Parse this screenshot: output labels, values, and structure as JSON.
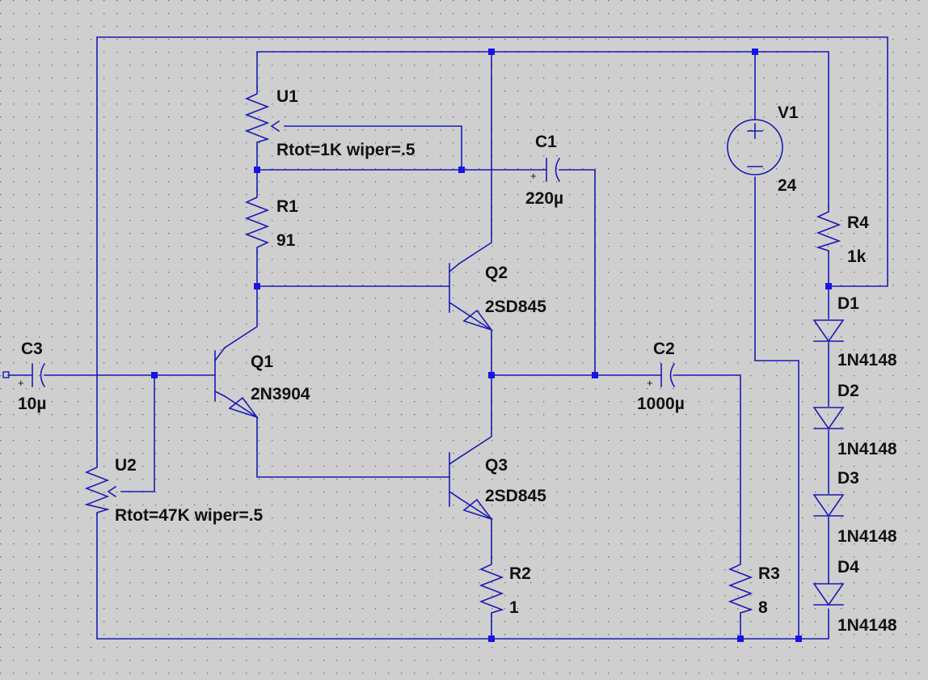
{
  "components": {
    "U1": {
      "ref": "U1",
      "value": "Rtot=1K wiper=.5"
    },
    "U2": {
      "ref": "U2",
      "value": "Rtot=47K wiper=.5"
    },
    "R1": {
      "ref": "R1",
      "value": "91"
    },
    "R2": {
      "ref": "R2",
      "value": "1"
    },
    "R3": {
      "ref": "R3",
      "value": "8"
    },
    "R4": {
      "ref": "R4",
      "value": "1k"
    },
    "C1": {
      "ref": "C1",
      "value": "220µ"
    },
    "C2": {
      "ref": "C2",
      "value": "1000µ"
    },
    "C3": {
      "ref": "C3",
      "value": "10µ"
    },
    "Q1": {
      "ref": "Q1",
      "value": "2N3904"
    },
    "Q2": {
      "ref": "Q2",
      "value": "2SD845"
    },
    "Q3": {
      "ref": "Q3",
      "value": "2SD845"
    },
    "V1": {
      "ref": "V1",
      "value": "24"
    },
    "D1": {
      "ref": "D1",
      "value": "1N4148"
    },
    "D2": {
      "ref": "D2",
      "value": "1N4148"
    },
    "D3": {
      "ref": "D3",
      "value": "1N4148"
    },
    "D4": {
      "ref": "D4",
      "value": "1N4148"
    }
  },
  "colors": {
    "background": "#cfcfcf",
    "wire": "#1a1ab4",
    "junction": "#1515e6",
    "text": "#111111"
  }
}
